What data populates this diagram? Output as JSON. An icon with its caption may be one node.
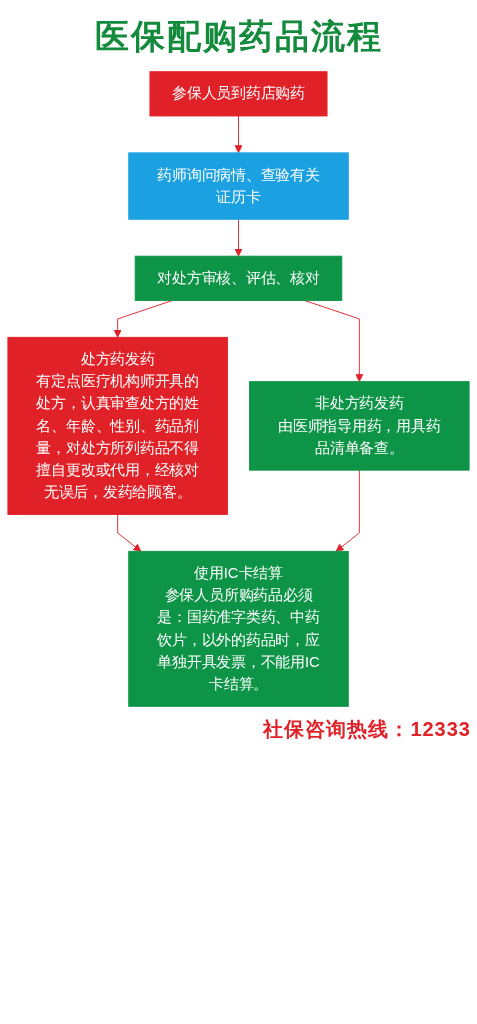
{
  "diagram": {
    "title": "医保配购药品流程",
    "nodes": [
      {
        "text": [
          "参保人员到药店购药"
        ]
      },
      {
        "text": [
          "药师询问病情、查验有关证历卡"
        ]
      },
      {
        "text": [
          "对处方审核、评估、核对"
        ]
      },
      {
        "text": [
          "处方药发药",
          "有定点医疗机构师开具的处方，认真审查处方的姓名、年龄、性别、药品剂量，对处方所列药品不得擅自更改或代用，经核对无误后，发药给顾客。"
        ]
      },
      {
        "text": [
          "非处方药发药",
          "由医师指导用药，用具药品清单备查。"
        ]
      },
      {
        "text": [
          "使用IC卡结算",
          "参保人员所购药品必须是：国药准字类药、中药饮片，以外的药品时，应单独开具发票，不能用IC卡结算。"
        ]
      }
    ],
    "edges": [
      {
        "from": 0,
        "to": 1,
        "arrow": "to"
      },
      {
        "from": 1,
        "to": 2,
        "arrow": "to"
      },
      {
        "from": 2,
        "to": 3,
        "arrow": "to"
      },
      {
        "from": 2,
        "to": 4,
        "arrow": "to"
      },
      {
        "from": 3,
        "to": 5,
        "arrow": "to"
      },
      {
        "from": 4,
        "to": 5,
        "arrow": "to"
      }
    ],
    "labels": [
      "社保咨询热线：12333"
    ]
  }
}
